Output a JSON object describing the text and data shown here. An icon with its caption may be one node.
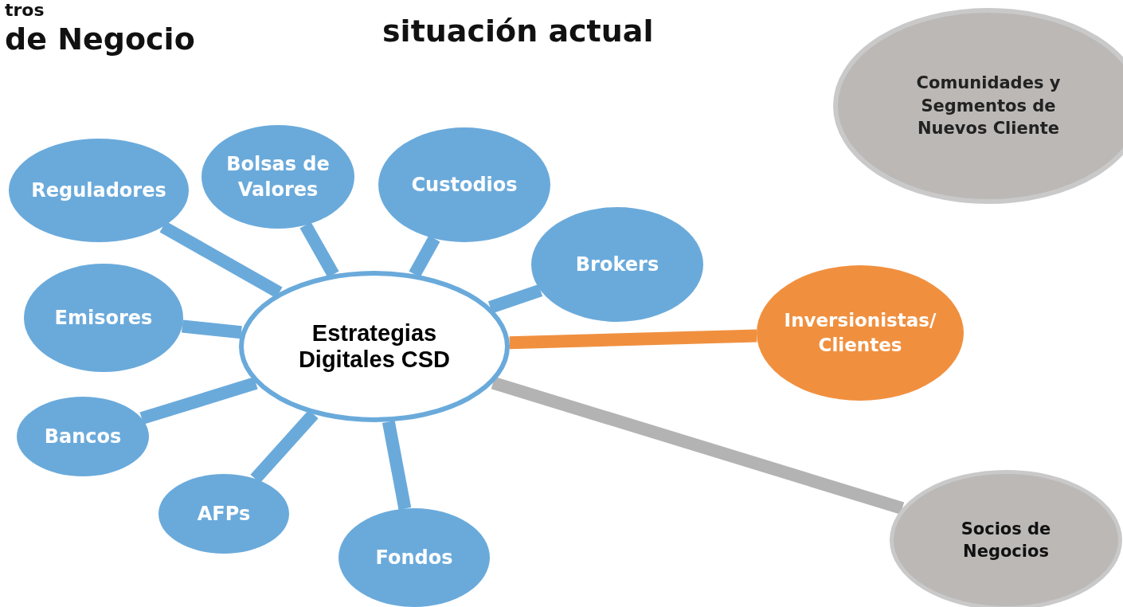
{
  "diagram": {
    "nodes": [
      {
        "text": [
          "Comunidades y Segmentos de Nuevos Cliente"
        ]
      },
      {
        "text": [
          "Reguladores"
        ]
      },
      {
        "text": [
          "Bolsas de Valores"
        ]
      },
      {
        "text": [
          "Custodios"
        ]
      },
      {
        "text": [
          "Brokers"
        ]
      },
      {
        "text": [
          "Emisores"
        ]
      },
      {
        "text": [
          "Estrategias Digitales CSD"
        ]
      },
      {
        "text": [
          "Inversionistas/ Clientes"
        ]
      },
      {
        "text": [
          "Bancos"
        ]
      },
      {
        "text": [
          "AFPs"
        ]
      },
      {
        "text": [
          "Fondos"
        ]
      },
      {
        "text": [
          "Socios de Negocios"
        ]
      }
    ],
    "edges": [
      {
        "from": 6,
        "to": 1,
        "arrow": "none"
      },
      {
        "from": 6,
        "to": 2,
        "arrow": "none"
      },
      {
        "from": 6,
        "to": 3,
        "arrow": "none"
      },
      {
        "from": 6,
        "to": 4,
        "arrow": "none"
      },
      {
        "from": 6,
        "to": 5,
        "arrow": "none"
      },
      {
        "from": 6,
        "to": 7,
        "arrow": "none",
        "color": "#f0903f"
      },
      {
        "from": 6,
        "to": 8,
        "arrow": "none"
      },
      {
        "from": 6,
        "to": 9,
        "arrow": "none"
      },
      {
        "from": 6,
        "to": 10,
        "arrow": "none"
      },
      {
        "from": 6,
        "to": 11,
        "arrow": "none",
        "color": "#b3b3b3"
      }
    ],
    "labels": [
      "tros",
      "de Negocio",
      "situación actual"
    ]
  }
}
